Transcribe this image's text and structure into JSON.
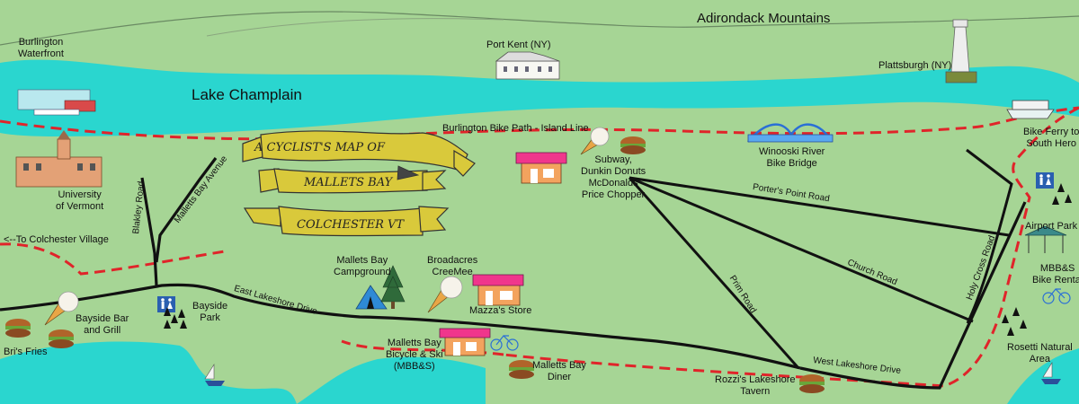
{
  "title": {
    "line1": "A CYCLIST'S MAP OF",
    "line2": "MALLETS BAY",
    "line3": "COLCHESTER VT"
  },
  "water": {
    "lake": "Lake Champlain"
  },
  "places": {
    "burlington_waterfront": [
      "Burlington",
      "Waterfront"
    ],
    "port_kent": "Port Kent (NY)",
    "adirondack": "Adirondack Mountains",
    "plattsburgh": "Plattsburgh (NY)",
    "uvm": [
      "University",
      "of Vermont"
    ],
    "colchester_village": "<--To Colchester Village",
    "bike_path": "Burlington Bike Path - Island Line",
    "winooski_bridge": [
      "Winooski River",
      "Bike Bridge"
    ],
    "bike_ferry": [
      "Bike Ferry to",
      "South Hero"
    ],
    "subway": [
      "Subway,",
      "Dunkin Donuts",
      "McDonalds",
      "Price Chopper"
    ],
    "airport_park": "Airport Park",
    "mbbs_rental": [
      "MBB&S",
      "Bike Rental"
    ],
    "rosetti": [
      "Rosetti Natural",
      "Area"
    ],
    "campground": [
      "Mallets Bay",
      "Campground"
    ],
    "creemee": [
      "Broadacres",
      "CreeMee"
    ],
    "mazzas": "Mazza's Store",
    "bicycle_ski": [
      "Malletts Bay",
      "Bicycle & Ski",
      "(MBB&S)"
    ],
    "diner": [
      "Malletts Bay",
      "Diner"
    ],
    "rozzis": [
      "Rozzi's Lakeshore",
      "Tavern"
    ],
    "bayside_bar": [
      "Bayside Bar",
      "and Grill"
    ],
    "bris": "Bri's Fries",
    "bayside_park": [
      "Bayside",
      "Park"
    ]
  },
  "roads": {
    "blakley": "Blakley Road",
    "malletts_bay_ave": "Malletts Bay Avenue",
    "east_lakeshore": "East Lakeshore Drive",
    "west_lakeshore": "West Lakeshore Drive",
    "porters_point": "Porter's Point Road",
    "church": "Church Road",
    "prim": "Prim Road",
    "holy_cross": "Holy Cross Road"
  },
  "colors": {
    "land": "#a6d595",
    "water": "#2ad6cf",
    "road": "#111111",
    "bike_path": "#e0242a",
    "banner": "#d9c93b",
    "store_roof": "#f0368c",
    "store_wall": "#f3a35e"
  }
}
